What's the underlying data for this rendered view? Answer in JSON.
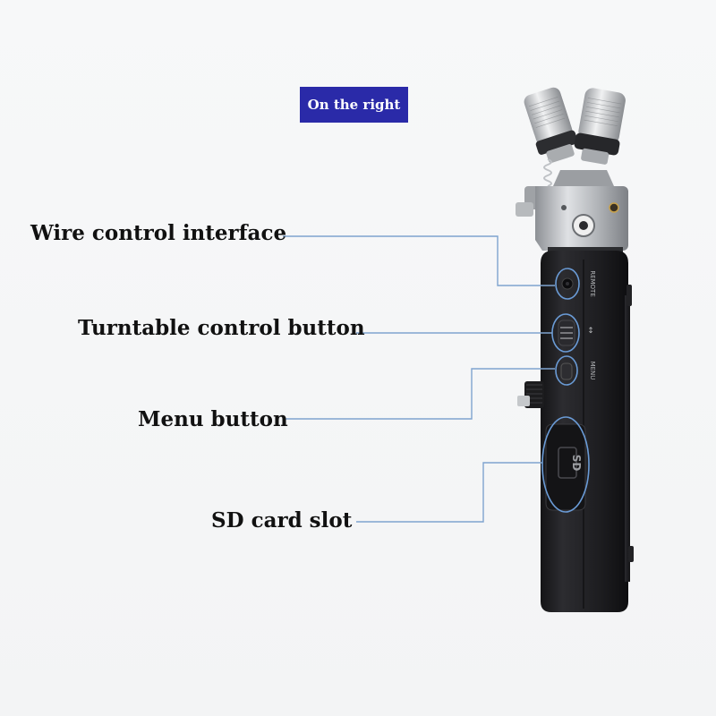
{
  "header": {
    "badge_text": "On the right",
    "badge_color": "#2a2aa8"
  },
  "callouts": [
    {
      "id": "wire",
      "label": "Wire control interface"
    },
    {
      "id": "turntable",
      "label": "Turntable control button"
    },
    {
      "id": "menu",
      "label": "Menu button"
    },
    {
      "id": "sd",
      "label": "SD card slot"
    }
  ],
  "device": {
    "remote_text": "REMOTE",
    "menu_text": "MENU",
    "sd_text": "SD",
    "body_color": "#1f1f22",
    "accent_color": "#6a9bd6"
  }
}
